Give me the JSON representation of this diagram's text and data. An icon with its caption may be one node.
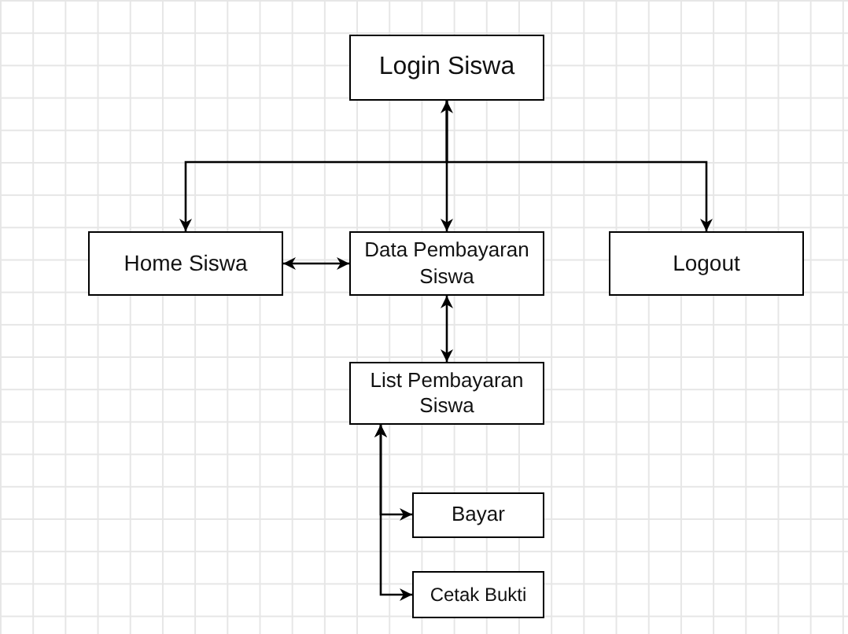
{
  "diagram": {
    "nodes": [
      {
        "text": [
          "Login Siswa"
        ]
      },
      {
        "text": [
          "Home Siswa"
        ]
      },
      {
        "text": [
          "Data Pembayaran Siswa"
        ]
      },
      {
        "text": [
          "Logout"
        ]
      },
      {
        "text": [
          "List Pembayaran Siswa"
        ]
      },
      {
        "text": [
          "Bayar"
        ]
      },
      {
        "text": [
          "Cetak Bukti"
        ]
      }
    ],
    "edges": [
      {
        "from": 0,
        "to": 1,
        "arrow": "to"
      },
      {
        "from": 0,
        "to": 3,
        "arrow": "to"
      },
      {
        "from": 0,
        "to": 2,
        "arrow": "both"
      },
      {
        "from": 1,
        "to": 2,
        "arrow": "both"
      },
      {
        "from": 2,
        "to": 4,
        "arrow": "both"
      },
      {
        "from": 4,
        "to": 5,
        "arrow": "both"
      },
      {
        "from": 4,
        "to": 6,
        "arrow": "both"
      }
    ]
  }
}
